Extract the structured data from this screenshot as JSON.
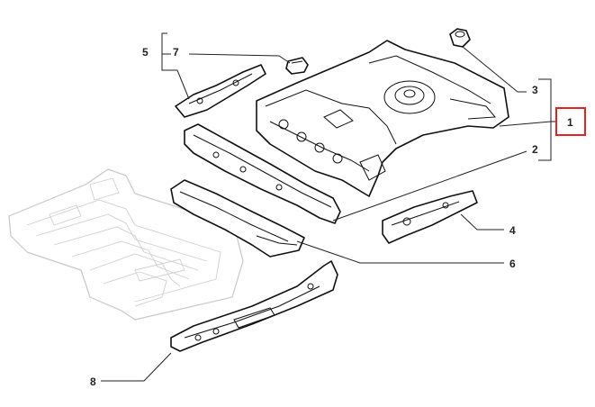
{
  "diagram": {
    "callouts": [
      {
        "id": "1",
        "label": "1",
        "highlighted": true
      },
      {
        "id": "2",
        "label": "2"
      },
      {
        "id": "3",
        "label": "3"
      },
      {
        "id": "4",
        "label": "4"
      },
      {
        "id": "5",
        "label": "5"
      },
      {
        "id": "6",
        "label": "6"
      },
      {
        "id": "7",
        "label": "7"
      },
      {
        "id": "8",
        "label": "8"
      }
    ],
    "highlight_color": "#e02424",
    "line_color": "#111111",
    "ghost_color": "#c8c8c8"
  }
}
